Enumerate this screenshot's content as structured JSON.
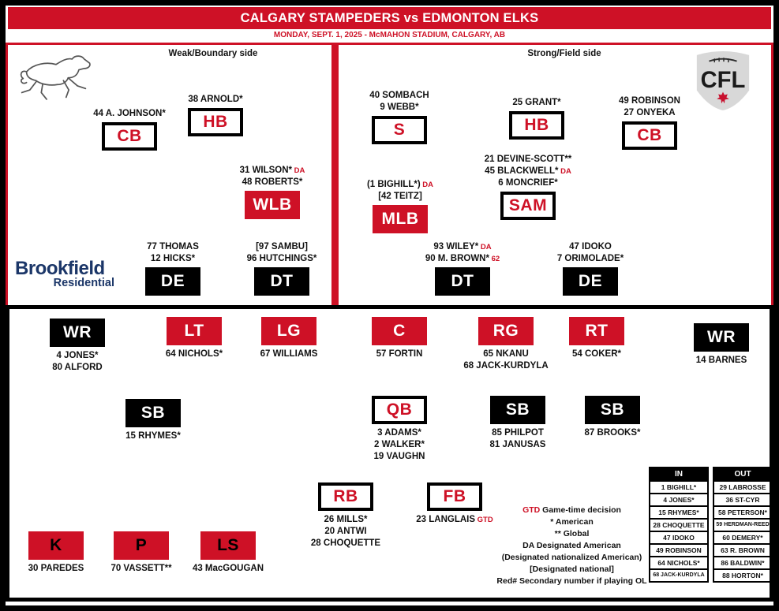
{
  "header": {
    "title": "CALGARY STAMPEDERS vs EDMONTON ELKS",
    "subtitle": "MONDAY, SEPT. 1, 2025 - McMAHON STADIUM, CALGARY, AB"
  },
  "defense": {
    "weak_side_label": "Weak/Boundary side",
    "strong_side_label": "Strong/Field side",
    "groups": [
      {
        "id": "cb-weak",
        "label": "CB",
        "style": "outline",
        "players": [
          {
            "t": "44 A. JOHNSON*"
          }
        ]
      },
      {
        "id": "hb-weak",
        "label": "HB",
        "style": "outline",
        "players": [
          {
            "t": "38 ARNOLD*"
          }
        ]
      },
      {
        "id": "wlb",
        "label": "WLB",
        "style": "red",
        "players": [
          {
            "t": "31 WILSON*",
            "r": "DA"
          },
          {
            "t": "48 ROBERTS*"
          }
        ]
      },
      {
        "id": "de-weak",
        "label": "DE",
        "style": "black",
        "players": [
          {
            "t": "77 THOMAS"
          },
          {
            "t": "12 HICKS*"
          }
        ]
      },
      {
        "id": "dt-weak",
        "label": "DT",
        "style": "black",
        "players": [
          {
            "t": "[97 SAMBU]"
          },
          {
            "t": "96 HUTCHINGS*"
          }
        ]
      },
      {
        "id": "s",
        "label": "S",
        "style": "outline",
        "players": [
          {
            "t": "40 SOMBACH"
          },
          {
            "t": "9 WEBB*"
          }
        ]
      },
      {
        "id": "hb-strong",
        "label": "HB",
        "style": "outline",
        "players": [
          {
            "t": "25 GRANT*"
          }
        ]
      },
      {
        "id": "cb-strong",
        "label": "CB",
        "style": "outline",
        "players": [
          {
            "t": "49 ROBINSON"
          },
          {
            "t": "27 ONYEKA"
          }
        ]
      },
      {
        "id": "sam",
        "label": "SAM",
        "style": "outline",
        "players": [
          {
            "t": "21 DEVINE-SCOTT**"
          },
          {
            "t": "45 BLACKWELL*",
            "r": "DA"
          },
          {
            "t": "6 MONCRIEF*"
          }
        ]
      },
      {
        "id": "mlb",
        "label": "MLB",
        "style": "red",
        "players": [
          {
            "t": "(1 BIGHILL*)",
            "r": "DA"
          },
          {
            "t": "[42 TEITZ]"
          }
        ]
      },
      {
        "id": "dt-strong",
        "label": "DT",
        "style": "black",
        "players": [
          {
            "t": "93 WILEY*",
            "r": "DA"
          },
          {
            "t": "90 M. BROWN*",
            "r": "62"
          }
        ]
      },
      {
        "id": "de-strong",
        "label": "DE",
        "style": "black",
        "players": [
          {
            "t": "47 IDOKO"
          },
          {
            "t": "7 ORIMOLADE*"
          }
        ]
      }
    ]
  },
  "offense": {
    "groups": [
      {
        "id": "wr-left",
        "label": "WR",
        "style": "black",
        "players": [
          {
            "t": "4 JONES*"
          },
          {
            "t": "80 ALFORD"
          }
        ]
      },
      {
        "id": "lt",
        "label": "LT",
        "style": "red",
        "players": [
          {
            "t": "64 NICHOLS*"
          }
        ]
      },
      {
        "id": "lg",
        "label": "LG",
        "style": "red",
        "players": [
          {
            "t": "67 WILLIAMS"
          }
        ]
      },
      {
        "id": "c",
        "label": "C",
        "style": "red",
        "players": [
          {
            "t": "57 FORTIN"
          }
        ]
      },
      {
        "id": "rg",
        "label": "RG",
        "style": "red",
        "players": [
          {
            "t": "65 NKANU"
          },
          {
            "t": "68 JACK-KURDYLA"
          }
        ]
      },
      {
        "id": "rt",
        "label": "RT",
        "style": "red",
        "players": [
          {
            "t": "54 COKER*"
          }
        ]
      },
      {
        "id": "wr-right",
        "label": "WR",
        "style": "black",
        "players": [
          {
            "t": "14 BARNES"
          }
        ]
      },
      {
        "id": "sb-1",
        "label": "SB",
        "style": "black",
        "players": [
          {
            "t": "15 RHYMES*"
          }
        ]
      },
      {
        "id": "qb",
        "label": "QB",
        "style": "outline",
        "players": [
          {
            "t": "3 ADAMS*"
          },
          {
            "t": "2 WALKER*"
          },
          {
            "t": "19 VAUGHN"
          }
        ]
      },
      {
        "id": "sb-2",
        "label": "SB",
        "style": "black",
        "players": [
          {
            "t": "85 PHILPOT"
          },
          {
            "t": "81 JANUSAS"
          }
        ]
      },
      {
        "id": "sb-3",
        "label": "SB",
        "style": "black",
        "players": [
          {
            "t": "87 BROOKS*"
          }
        ]
      },
      {
        "id": "rb",
        "label": "RB",
        "style": "outline",
        "players": [
          {
            "t": "26 MILLS*"
          },
          {
            "t": "20 ANTWI"
          },
          {
            "t": "28 CHOQUETTE"
          }
        ]
      },
      {
        "id": "fb",
        "label": "FB",
        "style": "outline",
        "players": [
          {
            "t": "23 LANGLAIS",
            "r": "GTD"
          }
        ]
      },
      {
        "id": "k",
        "label": "K",
        "style": "red-black",
        "players": [
          {
            "t": "30 PAREDES"
          }
        ]
      },
      {
        "id": "p",
        "label": "P",
        "style": "red-black",
        "players": [
          {
            "t": "70 VASSETT**"
          }
        ]
      },
      {
        "id": "ls",
        "label": "LS",
        "style": "red-black",
        "players": [
          {
            "t": "43 MacGOUGAN"
          }
        ]
      }
    ]
  },
  "legend": {
    "lines": [
      {
        "r": "GTD",
        "t": "Game-time decision"
      },
      {
        "t": "* American"
      },
      {
        "t": "** Global"
      },
      {
        "t": "DA Designated American"
      },
      {
        "t": "(Designated nationalized American)"
      },
      {
        "t": "[Designated national]"
      },
      {
        "t": "Red# Secondary number if playing OL"
      }
    ]
  },
  "roster_changes": {
    "in_header": "IN",
    "out_header": "OUT",
    "in": [
      "1 BIGHILL*",
      "4 JONES*",
      "15 RHYMES*",
      "28 CHOQUETTE",
      "47 IDOKO",
      "49 ROBINSON",
      "64 NICHOLS*",
      "68 JACK-KURDYLA"
    ],
    "out": [
      "29 LABROSSE",
      "36 ST-CYR",
      "58 PETERSON*",
      "59 HERDMAN-REED",
      "60 DEMERY*",
      "63 R. BROWN",
      "86 BALDWIN*",
      "88 HORTON*"
    ]
  },
  "logos": {
    "cfl_text": "CFL",
    "brookfield_line1": "Brookfield",
    "brookfield_line2": "Residential"
  },
  "colors": {
    "red": "#ce1126",
    "navy": "#1b3668",
    "black": "#000000"
  }
}
